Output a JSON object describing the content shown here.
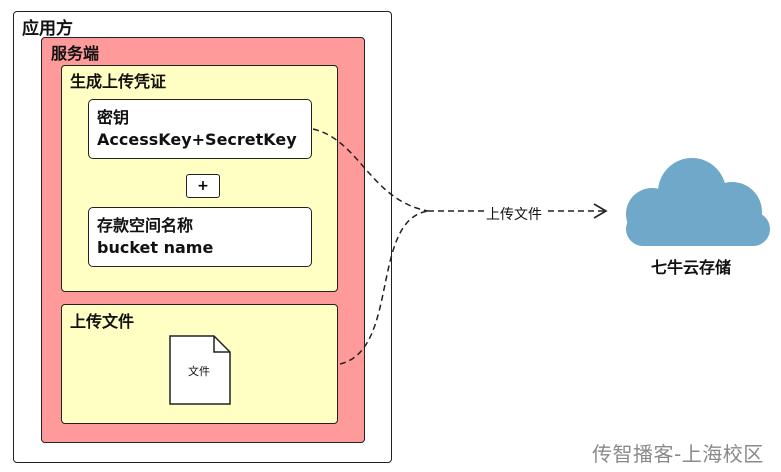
{
  "app": {
    "title": "应用方"
  },
  "server": {
    "title": "服务端"
  },
  "generate": {
    "title": "生成上传凭证",
    "key": {
      "line1": "密钥",
      "line2": "AccessKey+SecretKey"
    },
    "plus": "+",
    "bucket": {
      "line1": "存款空间名称",
      "line2": "bucket name"
    }
  },
  "upload": {
    "title": "上传文件",
    "file_label": "文件"
  },
  "edge": {
    "label": "上传文件"
  },
  "cloud": {
    "label": "七牛云存储",
    "color": "#6fa8c8"
  },
  "watermark": "传智播客-上海校区"
}
